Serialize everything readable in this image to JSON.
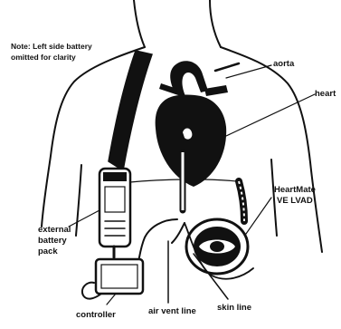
{
  "note": {
    "line1": "Note: Left side battery",
    "line2": "omitted for clarity"
  },
  "labels": {
    "aorta": "aorta",
    "heart": "heart",
    "device_line1": "HeartMate",
    "device_line2": "VE LVAD",
    "battery_line1": "external",
    "battery_line2": "battery",
    "battery_line3": "pack",
    "controller": "controller",
    "air_vent_line": "air vent line",
    "skin_line": "skin line"
  },
  "colors": {
    "ink": "#111111",
    "background": "#ffffff"
  }
}
